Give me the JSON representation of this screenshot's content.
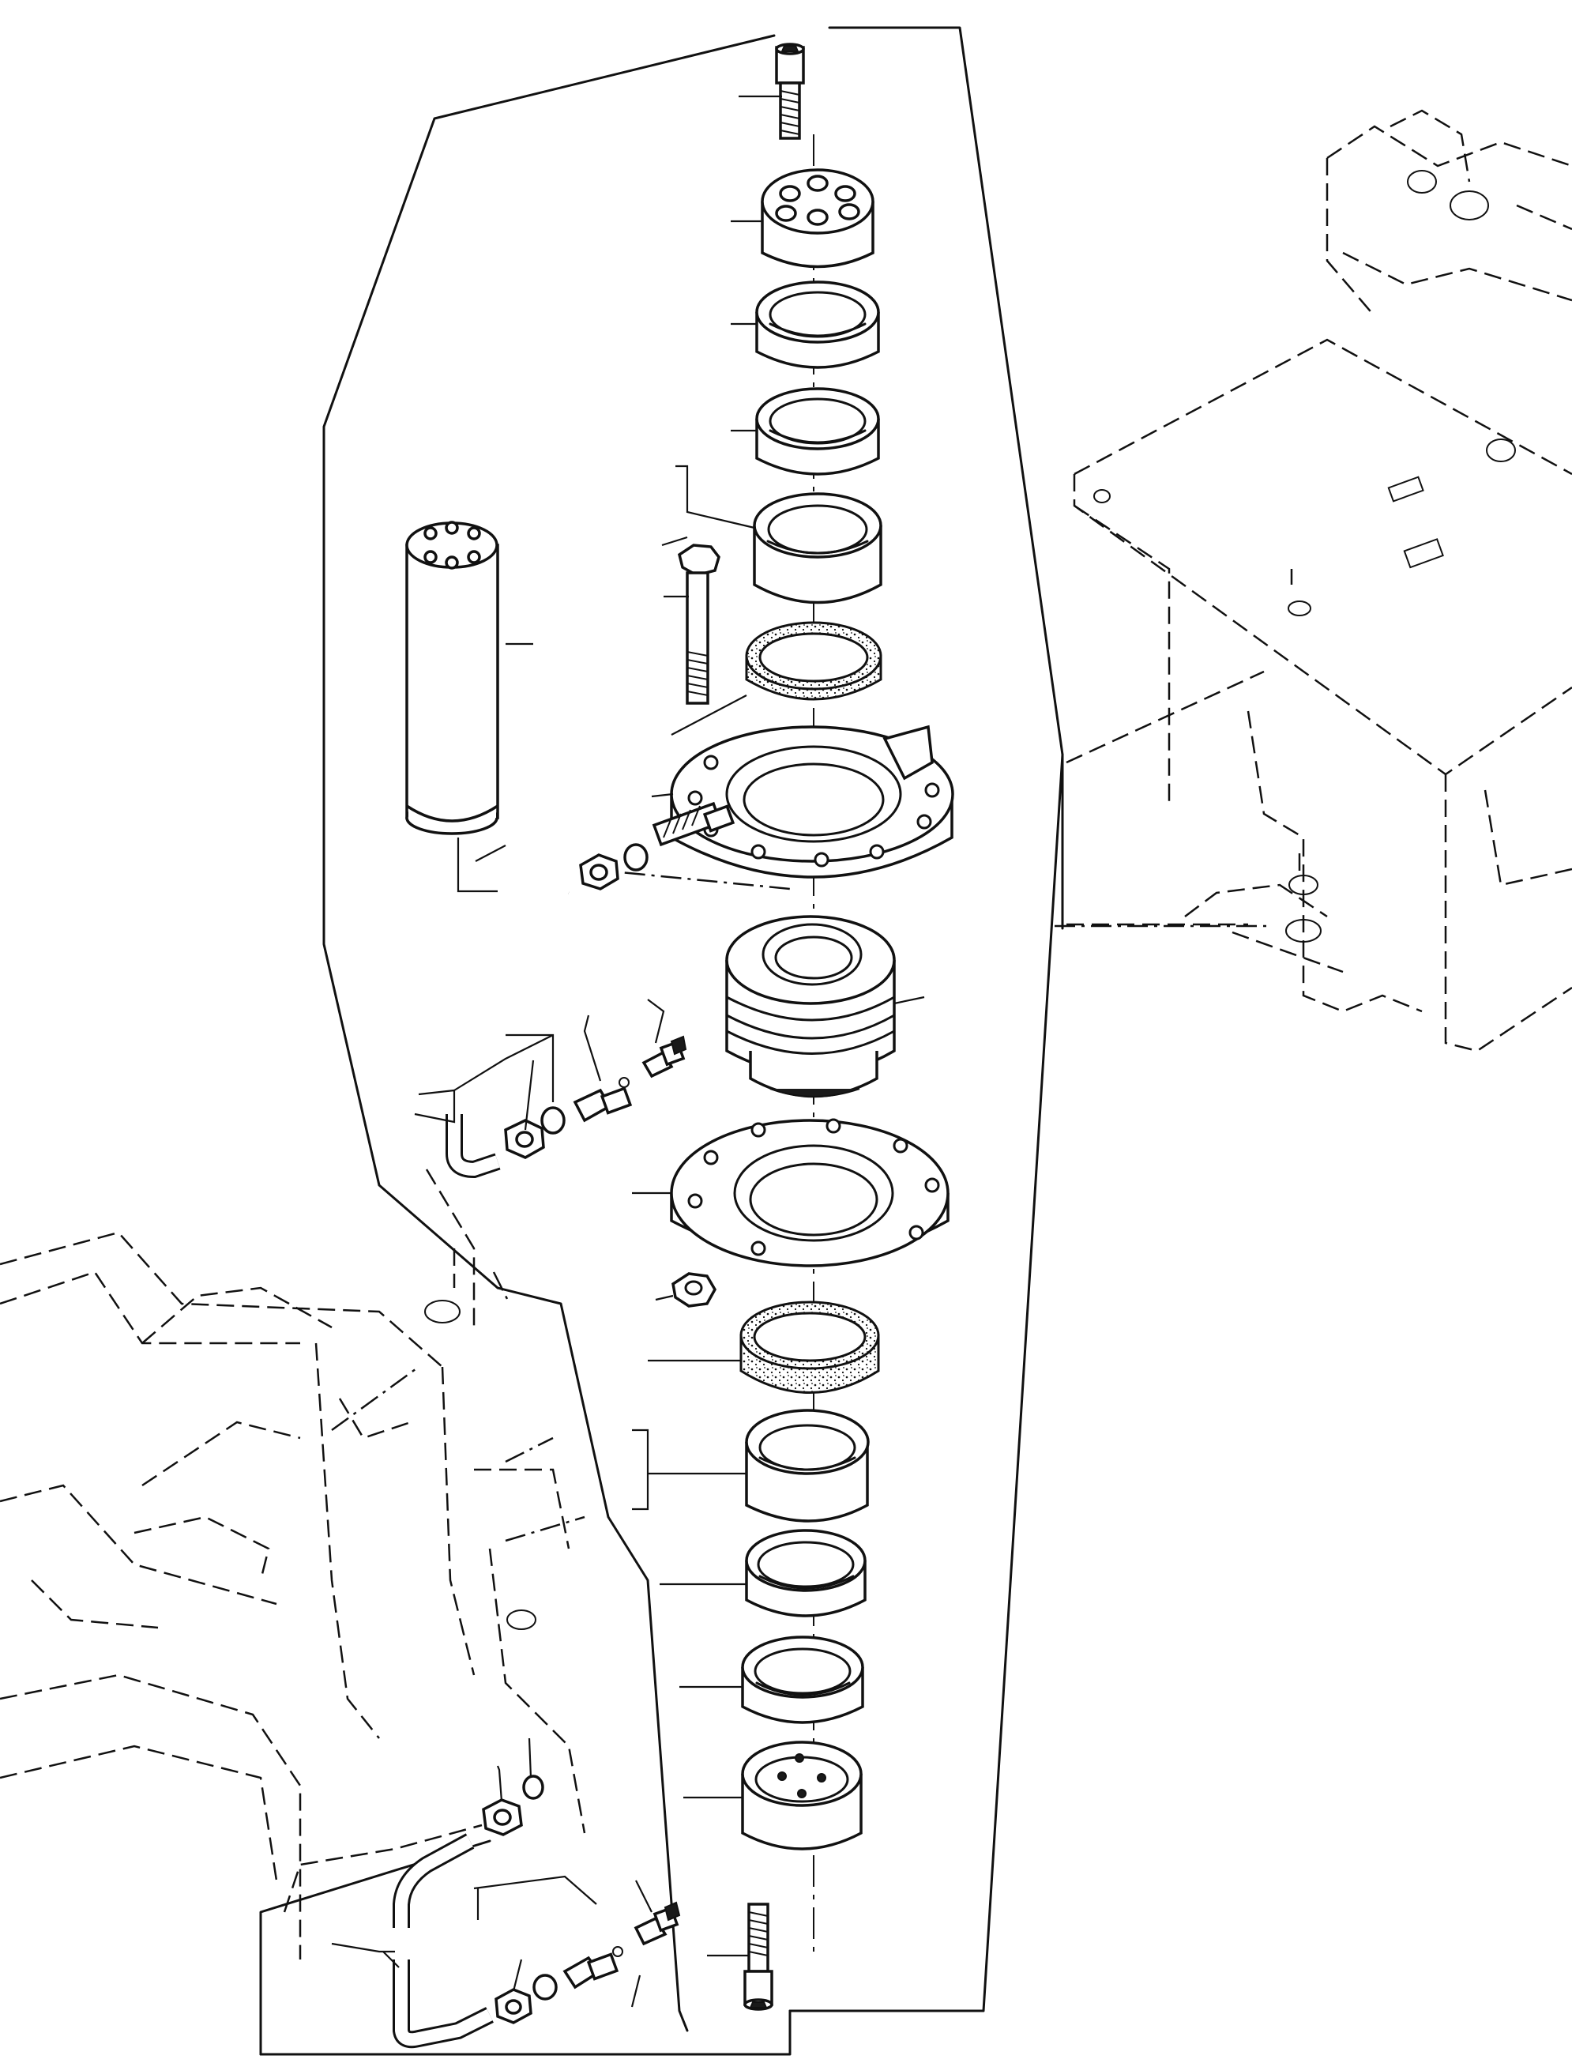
{
  "drawing": {
    "style": "line-art",
    "line_color": "#111111",
    "background": "#ffffff"
  },
  "parts": [
    "top-cap-screw",
    "upper-cover-cap",
    "upper-bushing-1",
    "upper-bushing-2",
    "upper-bushing-3",
    "upper-seal-ring",
    "upper-flange-housing",
    "lock-bolt",
    "pivot-pin",
    "center-spherical-bearing",
    "lower-flange-plate",
    "lock-nut",
    "lower-seal-ring",
    "lower-bushing-1",
    "lower-bushing-2",
    "lower-bushing-3",
    "lower-cover-cap",
    "bottom-cap-screw",
    "upper-grease-line",
    "lower-grease-line"
  ]
}
